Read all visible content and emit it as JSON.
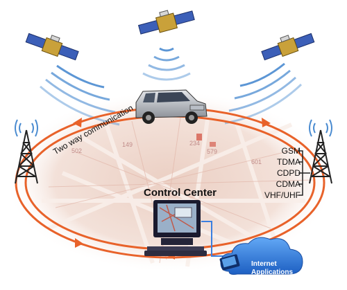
{
  "diagram": {
    "labels": {
      "two_way": "Two way communication",
      "control_center": "Control Center",
      "internet_line1": "Internet",
      "internet_line2": "Applications"
    },
    "networks": [
      "GSM",
      "TDMA",
      "CDPD",
      "CDMA",
      "VHF/UHF"
    ],
    "map_numbers": [
      "502",
      "149",
      "234",
      "579",
      "601"
    ]
  },
  "colors": {
    "ellipse": "#e8622a",
    "map_bg": "#efd9cf",
    "map_street": "#f7ece6",
    "satellite_panel": "#3c5fb8",
    "satellite_body": "#c9a13a",
    "signal": "#4a8bd0",
    "tower": "#222222",
    "cloud": "#2f7ee0",
    "monitor": "#1a1a2e"
  }
}
